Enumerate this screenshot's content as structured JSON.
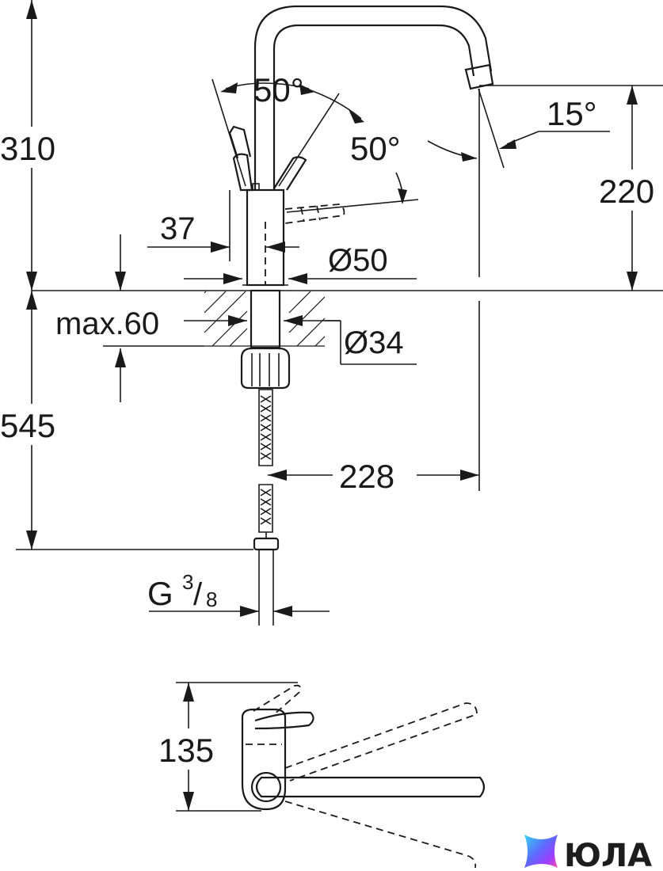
{
  "dimensions": {
    "height_above_deck": "310",
    "height_below_deck": "545",
    "spout_height": "220",
    "spout_reach": "228",
    "lever_offset": "37",
    "body_diameter": "Ø50",
    "hole_diameter": "Ø34",
    "max_deck_thickness": "max.60",
    "lever_angle_up": "50°",
    "lever_angle_side": "50°",
    "spout_angle": "15°",
    "connection_thread_g": "G",
    "connection_thread_num": "3",
    "connection_thread_den": "8",
    "top_view_depth": "135"
  },
  "logo": {
    "text": "ЮЛА",
    "colors": [
      "#5b6cff",
      "#9b3dff",
      "#ff4fa3",
      "#35d5f0"
    ]
  }
}
